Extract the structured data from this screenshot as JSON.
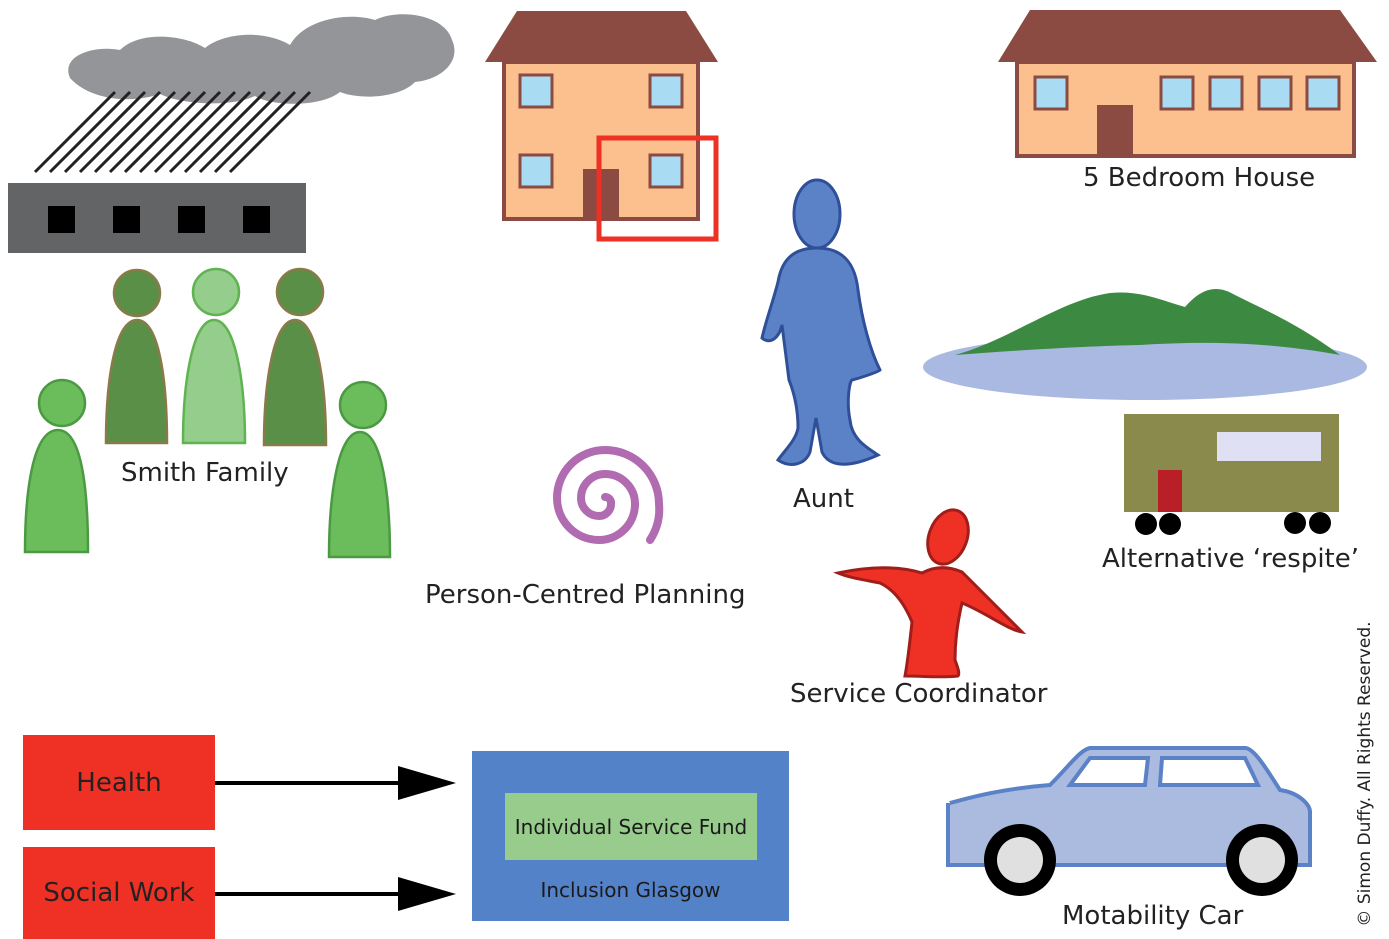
{
  "labels": {
    "smith_family": "Smith Family",
    "person_centred_planning": "Person-Centred Planning",
    "aunt": "Aunt",
    "service_coordinator": "Service Coordinator",
    "five_bedroom_house": "5 Bedroom House",
    "alternative_respite": "Alternative ‘respite’",
    "motability_car": "Motability Car"
  },
  "sources": {
    "health": "Health",
    "social_work": "Social Work"
  },
  "fund": {
    "title": "Individual Service Fund",
    "provider": "Inclusion Glasgow"
  },
  "copyright": "© Simon Duffy. All Rights Reserved.",
  "colors": {
    "family_dark_green": "#5a8f47",
    "family_light_green": "#95cd8c",
    "family_mid_green": "#6abd5a",
    "aunt_blue": "#5b82c6",
    "coordinator_red": "#ee3124",
    "spiral_purple": "#b16bb0",
    "house_peach": "#fcc08f",
    "roof_brown": "#8b4b42",
    "fund_blue": "#5482c8",
    "fund_green": "#98cc8c",
    "car_blue": "#abbbe0"
  }
}
